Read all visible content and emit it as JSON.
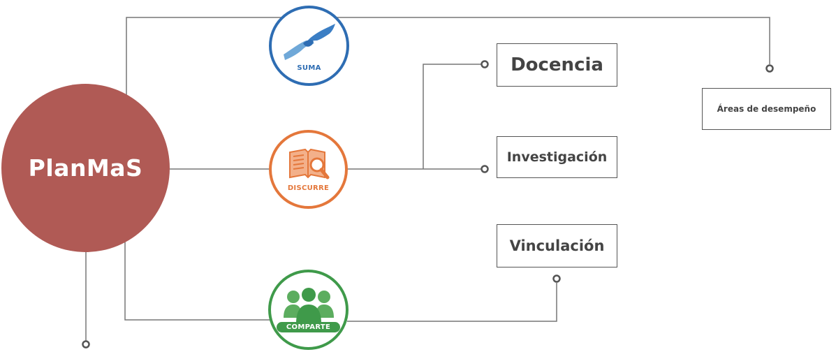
{
  "hub": {
    "label": "PlanMaS"
  },
  "nodes": {
    "suma": {
      "badge": "SUMA",
      "icon": "helping-hands-icon",
      "color": "#2e6db3"
    },
    "discurre": {
      "badge": "DISCURRE",
      "icon": "book-magnifier-icon",
      "color": "#e4773b"
    },
    "comparte": {
      "badge": "COMPARTE",
      "icon": "group-people-icon",
      "color": "#3f9a4a"
    }
  },
  "boxes": {
    "docencia": "Docencia",
    "investigacion": "Investigación",
    "vinculacion": "Vinculación",
    "areas": "Áreas de desempeño"
  },
  "colors": {
    "hub": "#b05a55",
    "line": "#777777"
  }
}
